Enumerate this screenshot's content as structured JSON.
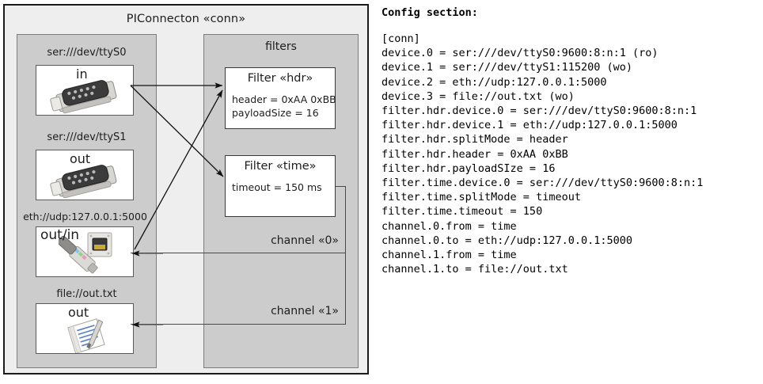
{
  "diagram": {
    "title": "PIConnecton «conn»",
    "panels": {
      "devices_title": "",
      "filters_title": "filters"
    },
    "devices": [
      {
        "label": "ser:///dev/ttyS0",
        "io": "in",
        "icon": "serial-port-icon"
      },
      {
        "label": "ser:///dev/ttyS1",
        "io": "out",
        "icon": "serial-port-icon"
      },
      {
        "label": "eth://udp:127.0.0.1:5000",
        "io": "out/in",
        "icon": "ethernet-jack-icon"
      },
      {
        "label": "file://out.txt",
        "io": "out",
        "icon": "text-file-icon"
      }
    ],
    "filters": [
      {
        "title": "Filter «hdr»",
        "props": [
          "header = 0xAA 0xBB",
          "payloadSize = 16"
        ]
      },
      {
        "title": "Filter «time»",
        "props": [
          "timeout = 150 ms"
        ]
      }
    ],
    "channels": [
      {
        "label": "channel «0»"
      },
      {
        "label": "channel «1»"
      }
    ]
  },
  "config": {
    "heading": "Config section:",
    "lines": "[conn]\ndevice.0 = ser:///dev/ttyS0:9600:8:n:1 (ro)\ndevice.1 = ser:///dev/ttyS1:115200 (wo)\ndevice.2 = eth://udp:127.0.0.1:5000\ndevice.3 = file://out.txt (wo)\nfilter.hdr.device.0 = ser:///dev/ttyS0:9600:8:n:1\nfilter.hdr.device.1 = eth://udp:127.0.0.1:5000\nfilter.hdr.splitMode = header\nfilter.hdr.header = 0xAA 0xBB\nfilter.hdr.payloadSIze = 16\nfilter.time.device.0 = ser:///dev/ttyS0:9600:8:n:1\nfilter.time.splitMode = timeout\nfilter.time.timeout = 150\nchannel.0.from = time\nchannel.0.to = eth://udp:127.0.0.1:5000\nchannel.1.from = time\nchannel.1.to = file://out.txt"
  },
  "colors": {
    "frame_border": "#1a1a1a",
    "frame_fill": "#eeeeee",
    "panel_fill": "#cccccc",
    "panel_border": "#7d7d7d",
    "box_fill": "#ffffff",
    "text": "#1d1d1d"
  }
}
